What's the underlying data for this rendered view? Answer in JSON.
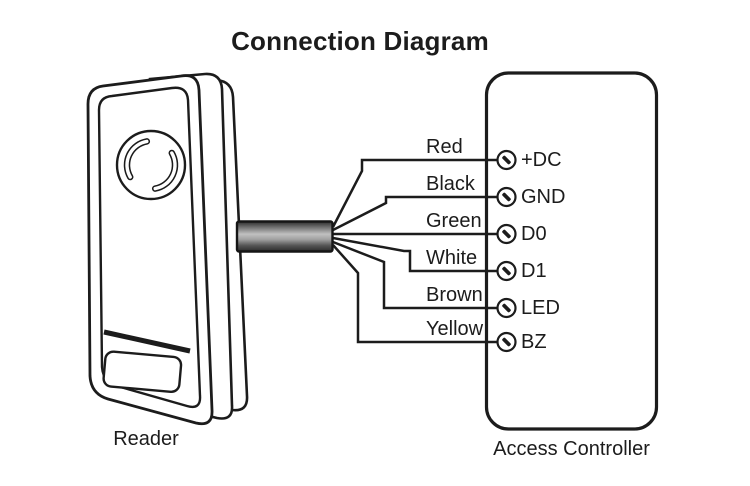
{
  "title": "Connection Diagram",
  "reader": {
    "label": "Reader"
  },
  "controller": {
    "label": "Access Controller",
    "terminals": [
      "+DC",
      "GND",
      "D0",
      "D1",
      "LED",
      "BZ"
    ]
  },
  "wires": [
    {
      "color": "Red",
      "terminal": "+DC"
    },
    {
      "color": "Black",
      "terminal": "GND"
    },
    {
      "color": "Green",
      "terminal": "D0"
    },
    {
      "color": "White",
      "terminal": "D1"
    },
    {
      "color": "Brown",
      "terminal": "LED"
    },
    {
      "color": "Yellow",
      "terminal": "BZ"
    }
  ],
  "colors": {
    "line": "#1c1c1c",
    "background": "#ffffff",
    "text": "#1c1c1c",
    "cable_dark": "#2b2b2b",
    "cable_light": "#c0c0c0"
  }
}
